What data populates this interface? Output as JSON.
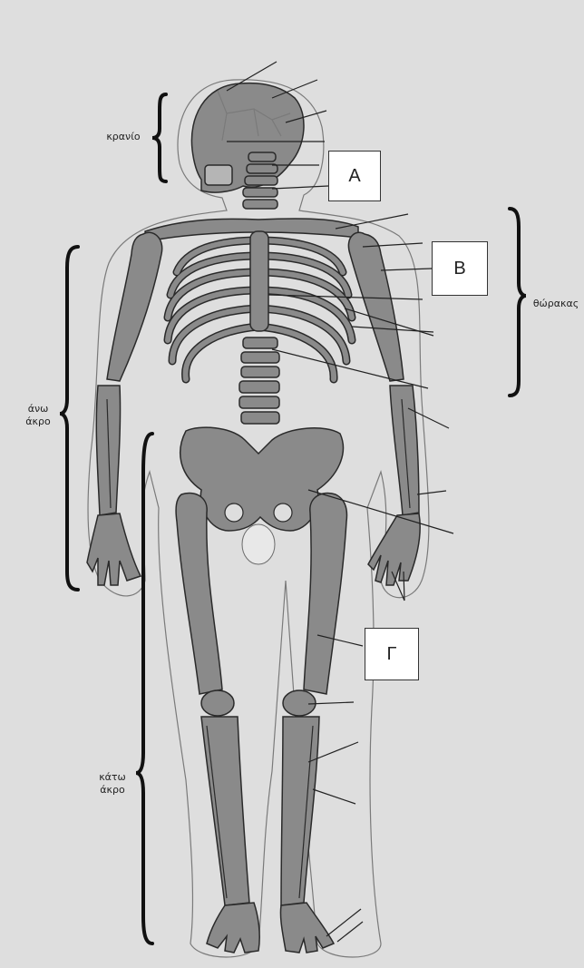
{
  "labels": {
    "skull": "κρανίο",
    "thorax": "θώρακας",
    "upper_limb_line1": "άνω",
    "upper_limb_line2": "άκρο",
    "lower_limb_line1": "κάτω",
    "lower_limb_line2": "άκρο"
  },
  "answer_boxes": {
    "a": "Α",
    "b": "Β",
    "c": "Γ"
  }
}
